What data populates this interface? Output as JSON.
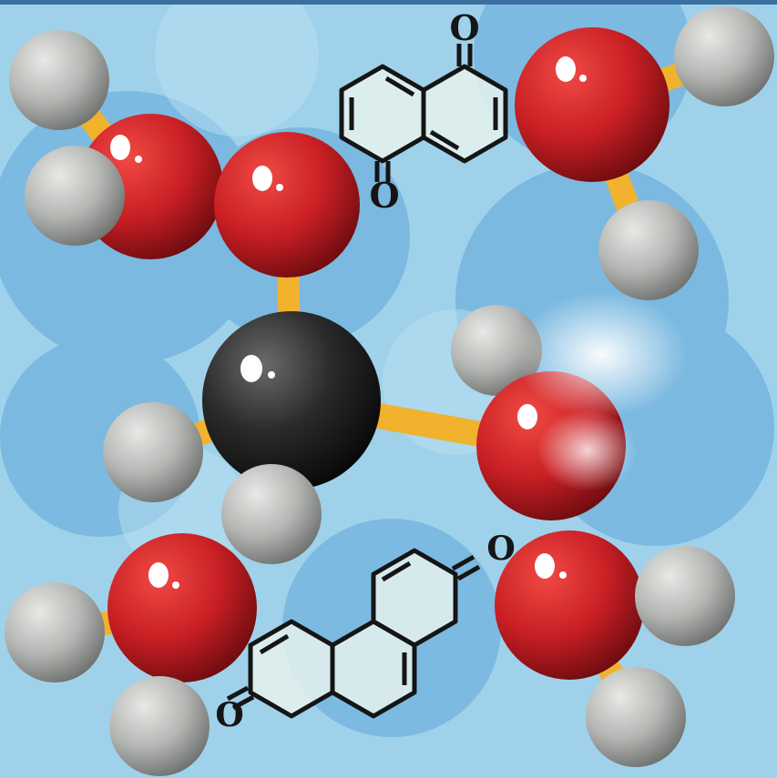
{
  "colors": {
    "background": "#9fd2ea",
    "background_shapes": "#5ea6d8",
    "oxygen": "#c81f24",
    "hydrogen": "#b4b6b3",
    "carbon": "#2a2a2a",
    "bond": "#f1b22e",
    "structure_line": "#151515"
  },
  "formulas": {
    "naphthoquinone": {
      "oxygen_top": "O",
      "oxygen_bottom": "O"
    },
    "phenanthrenedione": {
      "oxygen_right": "O",
      "oxygen_left": "O"
    }
  }
}
